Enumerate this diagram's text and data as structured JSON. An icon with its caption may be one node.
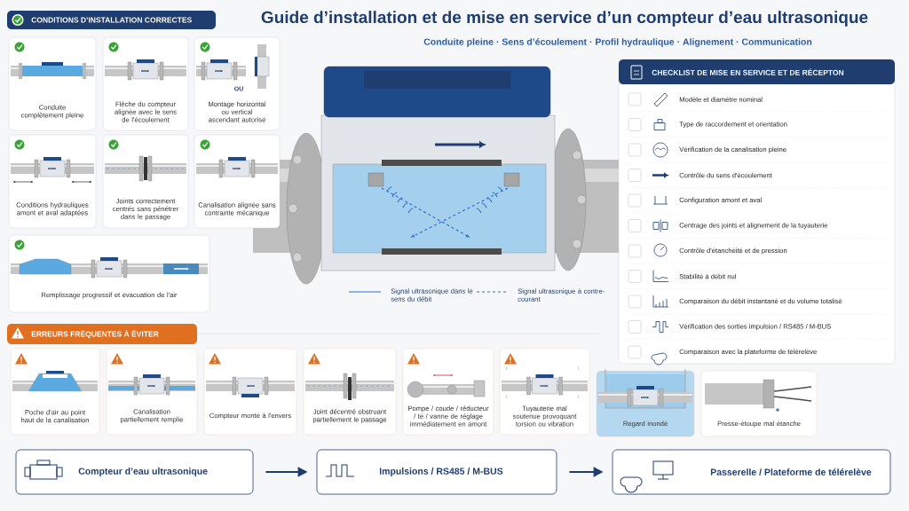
{
  "diagram": {
    "title": "Guide d’installation et de mise en service d’un compteur d’eau ultrasonique",
    "nodes": [
      {
        "text": [
          "CONDITIONS D’INSTALLATION CORRECTES"
        ]
      },
      {
        "text": [
          "Conduite complètement pleine"
        ]
      },
      {
        "text": [
          "Flèche du compteur alignée avec le sens de l'écoulement"
        ]
      },
      {
        "text": [
          "OU",
          "Montage horizontal ou vertical ascendant autorisé"
        ]
      },
      {
        "text": [
          "Conditions hydrauliques amont et aval adaptées"
        ]
      },
      {
        "text": [
          "Joints correctement centrés sans pénétrer dans le passage"
        ]
      },
      {
        "text": [
          "Canalisation alignée sans contrainte mécanique"
        ]
      },
      {
        "text": [
          "Remplissage progressif et évacuation de l'air"
        ]
      },
      {
        "text": [
          "CHECKLIST DE MISE EN SERVICE ET DE RÉCEPTON",
          "Modèle et diamètre nominal",
          "Type de raccordement et orientation",
          "Vérification de la canalisation pleine",
          "Contrôle du sens d'écoulement",
          "Configuration amont et aval",
          "Centrage des joints et alignement de la tuyauterie",
          "Contrôle d'étanchéité et de pression",
          "Stabilité à débit nul",
          "Comparaison du débit instantané et du volume totalisé",
          "Vérification des sorties impulsion / RS485 / M-BUS",
          "Comparaison avec la plateforme de télérelève"
        ]
      },
      {
        "text": [
          "ERREURS FRÉQUENTES À ÉVITER"
        ]
      },
      {
        "text": [
          "Poche d'air au point haut de la canalisation"
        ]
      },
      {
        "text": [
          "Canalisation partiellement remplie"
        ]
      },
      {
        "text": [
          "Compteur monté à l'envers"
        ]
      },
      {
        "text": [
          "Joint décentré obstruant partiellement le passage"
        ]
      },
      {
        "text": [
          "Pompe / coude / réducteur / té / vanne de réglage immédiatement en amont"
        ]
      },
      {
        "text": [
          "Tuyauterie mal soutenue provoquant torsion ou vibration"
        ]
      },
      {
        "text": [
          "Regard inondé"
        ]
      },
      {
        "text": [
          "Presse-étoupe mal étanche"
        ]
      },
      {
        "text": [
          "Compteur d’eau ultrasonique"
        ]
      },
      {
        "text": [
          "Impulsions / RS485 / M-BUS"
        ]
      },
      {
        "text": [
          "Passerelle / Plateforme de télérelève"
        ]
      }
    ],
    "edges": [
      {
        "from": 18,
        "to": 19,
        "arrow": "to"
      },
      {
        "from": 19,
        "to": 20,
        "arrow": "to"
      }
    ],
    "labels": [
      "Conduite pleine · Sens d’écoulement · Profil hydraulique · Alignement · Communication"
    ],
    "legend": [
      {
        "text": "Signal ultrasonique dans le sens du débit"
      },
      {
        "text": "Signal ultrasonique à contre-courant"
      }
    ]
  }
}
